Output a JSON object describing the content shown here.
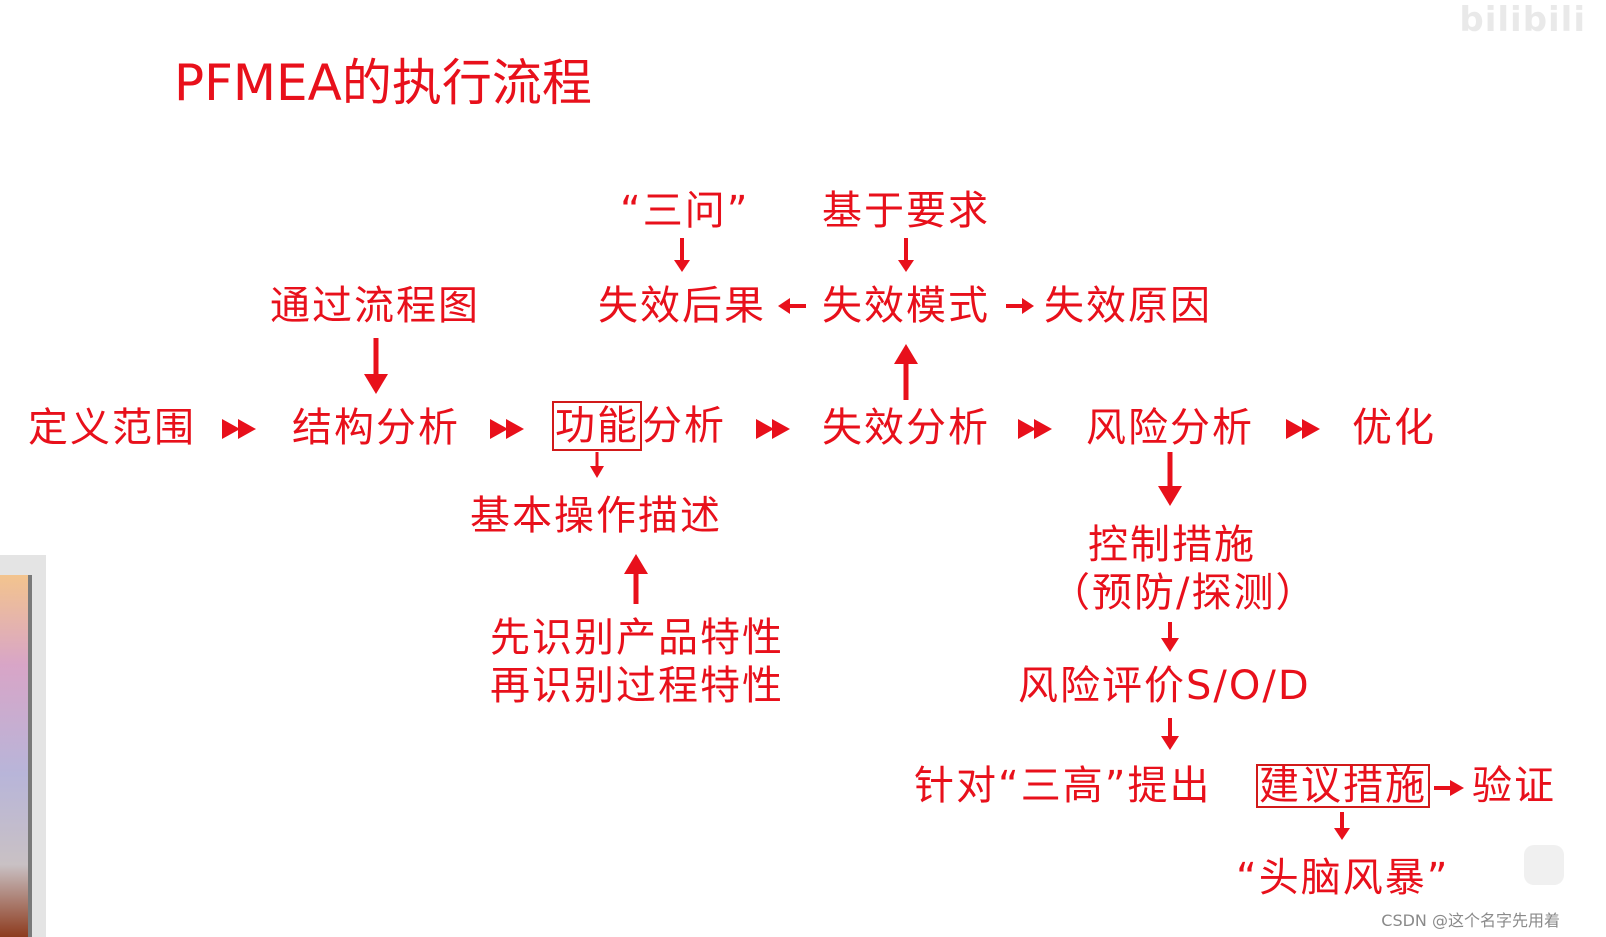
{
  "title": "PFMEA的执行流程",
  "nodes": {
    "define_scope": "定义范围",
    "structure_analysis": "结构分析",
    "function_prefix": "功能",
    "function_suffix": "分析",
    "failure_analysis": "失效分析",
    "risk_analysis": "风险分析",
    "optimization": "优化",
    "via_flowchart": "通过流程图",
    "basic_op_desc": "基本操作描述",
    "product_char": "先识别产品特性",
    "process_char": "再识别过程特性",
    "three_questions": "“三问”",
    "based_on_req": "基于要求",
    "failure_effect": "失效后果",
    "failure_mode": "失效模式",
    "failure_cause": "失效原因",
    "control_measures": "控制措施",
    "prevent_detect": "（预防/探测）",
    "risk_eval": "风险评价S/O/D",
    "three_high_prefix": "针对“三高”提出",
    "recommended_actions": "建议措施",
    "verify": "验证",
    "brainstorm": "“头脑风暴”"
  },
  "watermark": {
    "csdn": "CSDN @这个名字先用着",
    "site": "bilibili"
  },
  "colors": {
    "accent": "#e8101b",
    "background": "#ffffff"
  }
}
